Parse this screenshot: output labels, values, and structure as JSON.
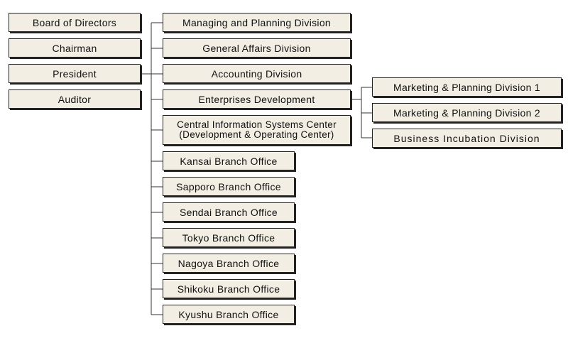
{
  "left_column": {
    "board": "Board of Directors",
    "chairman": "Chairman",
    "president": "President",
    "auditor": "Auditor"
  },
  "divisions": {
    "managing": "Managing and Planning Division",
    "general": "General Affairs Division",
    "accounting": "Accounting Division",
    "enterprises": "Enterprises Development",
    "central_line1": "Central Information Systems Center",
    "central_line2": "(Development & Operating Center)"
  },
  "branches": {
    "kansai": "Kansai Branch Office",
    "sapporo": "Sapporo Branch Office",
    "sendai": "Sendai Branch Office",
    "tokyo": "Tokyo Branch Office",
    "nagoya": "Nagoya Branch Office",
    "shikoku": "Shikoku Branch Office",
    "kyushu": "Kyushu Branch Office"
  },
  "enterprises_sub": {
    "mp1": "Marketing & Planning Division 1",
    "mp2": "Marketing & Planning Division 2",
    "incubation": "Business Incubation Division"
  }
}
